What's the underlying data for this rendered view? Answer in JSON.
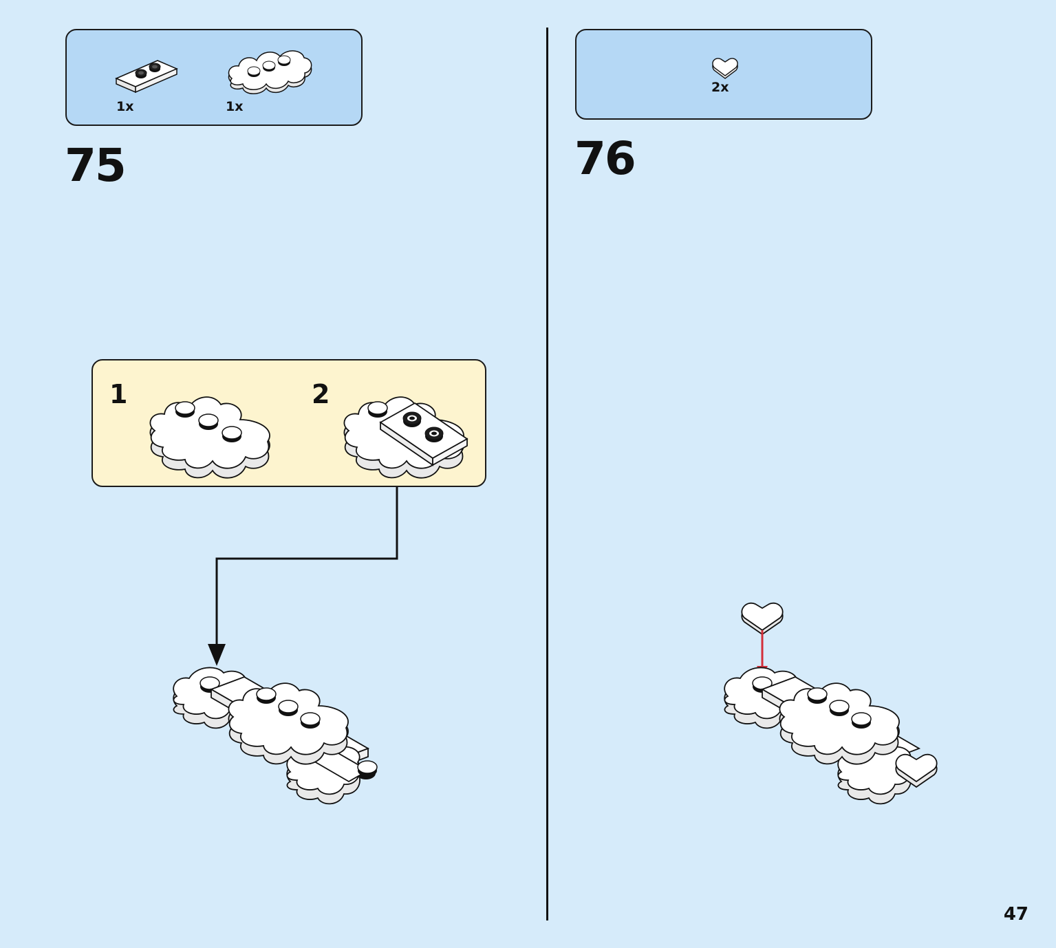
{
  "page": {
    "number": "47"
  },
  "steps": [
    {
      "number": "75",
      "parts": [
        {
          "part": "plate-1x3-with-2-studs",
          "quantity": "1x"
        },
        {
          "part": "cloud-plate-3-studs",
          "quantity": "1x"
        }
      ],
      "sub_assembly": {
        "substeps": [
          {
            "number": "1",
            "part": "cloud-plate-3-studs"
          },
          {
            "number": "2",
            "part": "plate-1x3-with-2-studs"
          }
        ]
      }
    },
    {
      "number": "76",
      "parts": [
        {
          "part": "heart-tile",
          "quantity": "2x"
        }
      ]
    }
  ],
  "colors": {
    "page_background": "#d6ebfa",
    "parts_callout": "#b5d8f5",
    "subassembly_callout": "#fdf4cf",
    "placement_arrow": "#d32f3a",
    "outline": "#111111"
  }
}
